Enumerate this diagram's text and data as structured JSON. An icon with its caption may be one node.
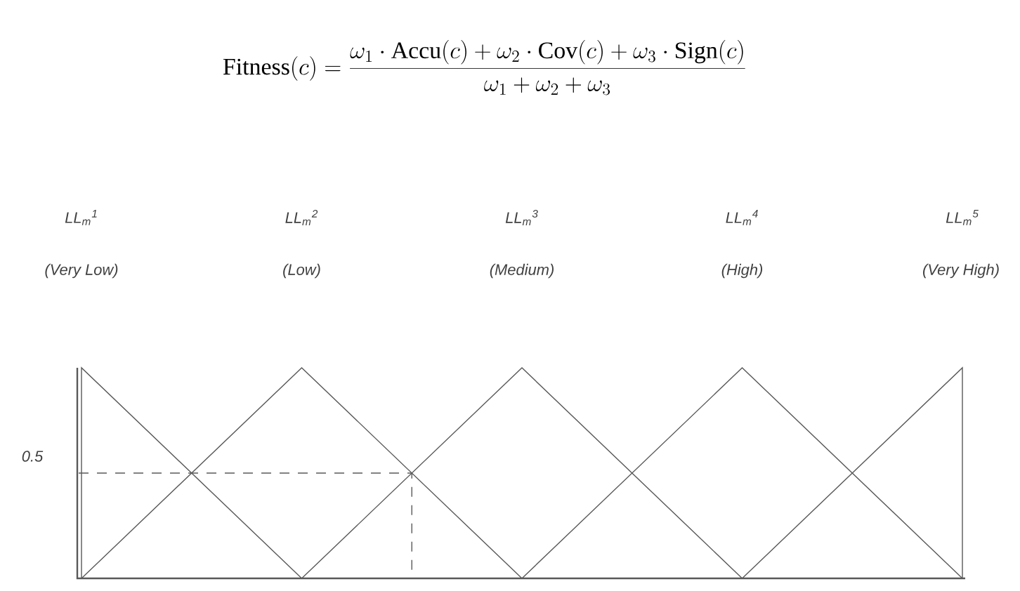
{
  "diagram": {
    "labels": [
      "\\mathrm{Fitness}(c)=\\frac{\\omega_1\\cdot\\mathrm{Accu}(c)+\\omega_2\\cdot\\mathrm{Cov}(c)+\\omega_3\\cdot\\mathrm{Sign}(c)}{\\omega_1+\\omega_2+\\omega_3}",
      "LL$_{m}$$^{1}$",
      "(Very Low)",
      "LL$_{m}$$^{2}$",
      "(Low)",
      "LL$_{m}$$^{3}$",
      "(Medium)",
      "LL$_{m}$$^{4}$",
      "(High)",
      "LL$_{m}$$^{5}$",
      "(Very High)",
      "0.5"
    ]
  }
}
